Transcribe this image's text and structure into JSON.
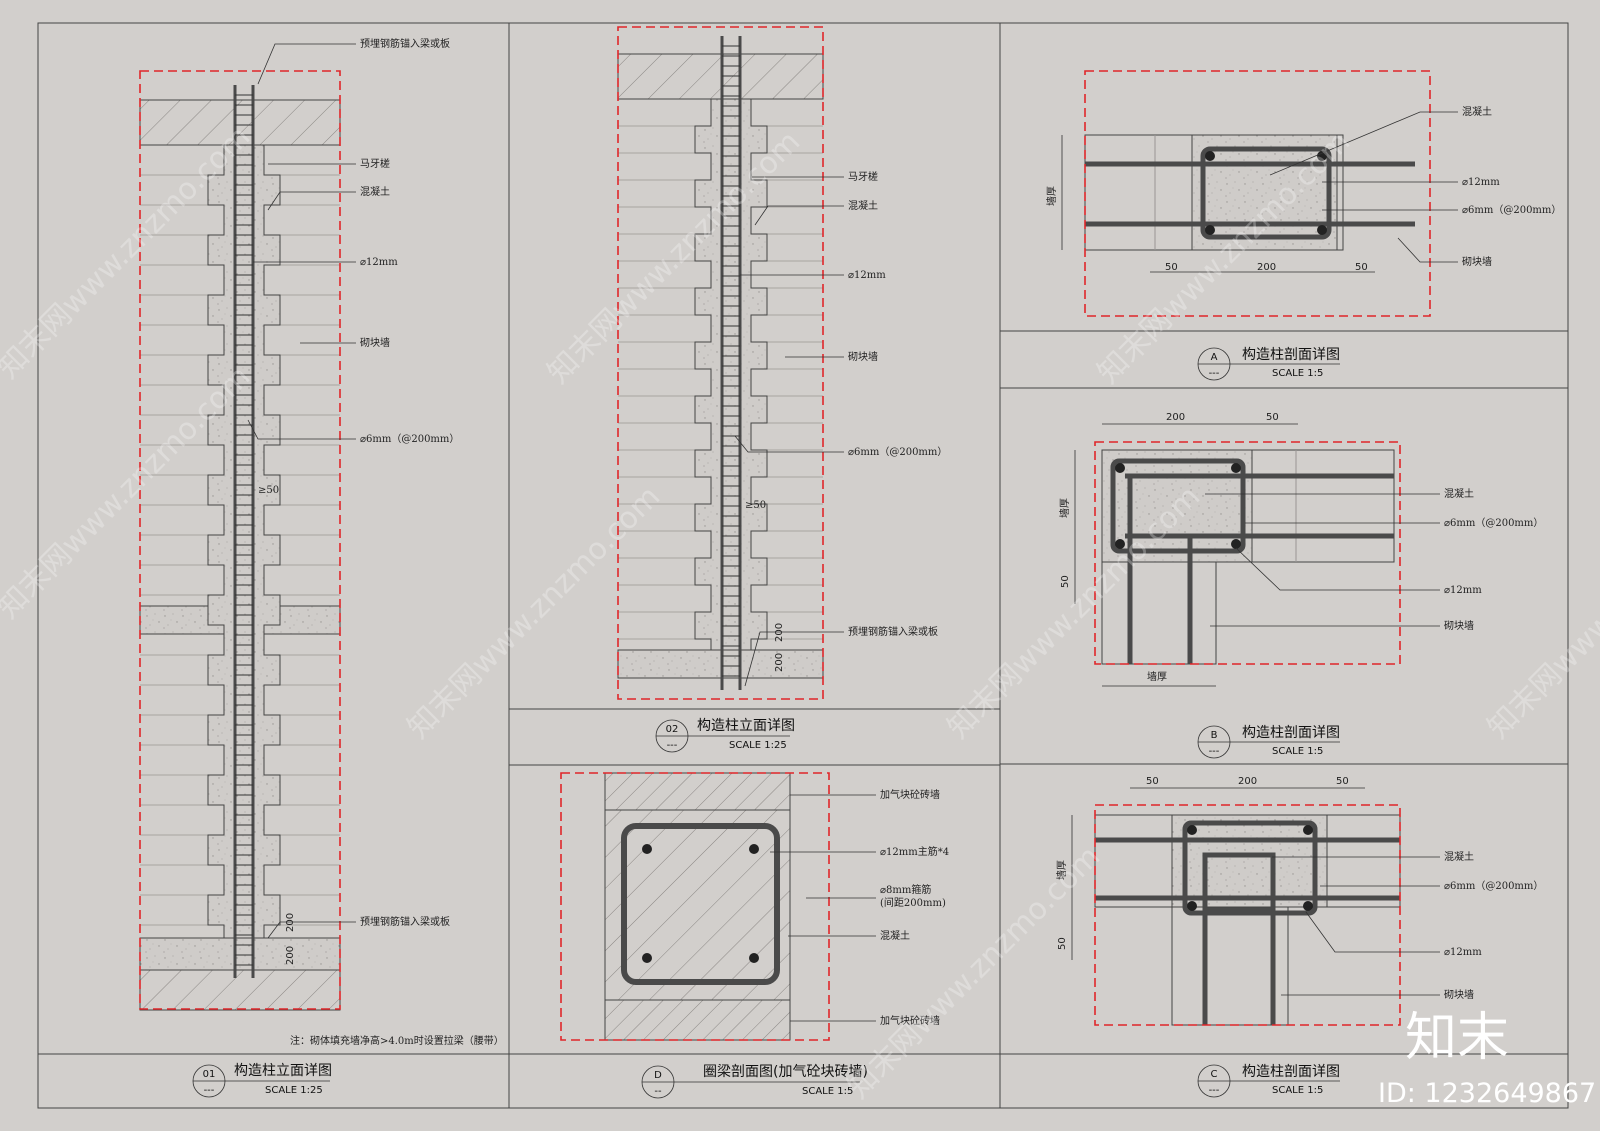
{
  "colors": {
    "background": "#d2cfcc",
    "line": "#333333",
    "rebar": "#4a4a4a",
    "boundary": "#e0262a",
    "concrete": "#c9c6c3"
  },
  "labels": {
    "anchor_top": "预埋钢筋锚入梁或板",
    "maya": "马牙槎",
    "concrete": "混凝土",
    "d12": "⌀12mm",
    "block_wall": "砌块墙",
    "d6": "⌀6mm（@200mm）",
    "ge50": "≥50",
    "anchor_bottom": "预埋钢筋锚入梁或板",
    "dim200": "200",
    "dim50": "50",
    "wall_thick": "墙厚",
    "aerated_wall": "加气块砼砖墙",
    "main_bar": "⌀12mm主筋*4",
    "stirrup_l1": "⌀8mm箍筋",
    "stirrup_l2": "(间距200mm)",
    "note": "注：砌体填充墙净高>4.0m时设置拉梁（腰带）"
  },
  "titles": {
    "p01": {
      "num": "01",
      "sub": "---",
      "name": "构造柱立面详图",
      "scale": "SCALE   1:25"
    },
    "p02": {
      "num": "02",
      "sub": "---",
      "name": "构造柱立面详图",
      "scale": "SCALE   1:25"
    },
    "pD": {
      "num": "D",
      "sub": "--",
      "name": "圈梁剖面图(加气砼块砖墙)",
      "scale": "SCALE   1:5"
    },
    "pA": {
      "num": "A",
      "sub": "---",
      "name": "构造柱剖面详图",
      "scale": "SCALE   1:5"
    },
    "pB": {
      "num": "B",
      "sub": "---",
      "name": "构造柱剖面详图",
      "scale": "SCALE   1:5"
    },
    "pC": {
      "num": "C",
      "sub": "---",
      "name": "构造柱剖面详图",
      "scale": "SCALE   1:5"
    }
  },
  "watermark": {
    "text": "知末网www.znzmo.com",
    "brand": "知末",
    "id": "ID: 1232649867"
  }
}
